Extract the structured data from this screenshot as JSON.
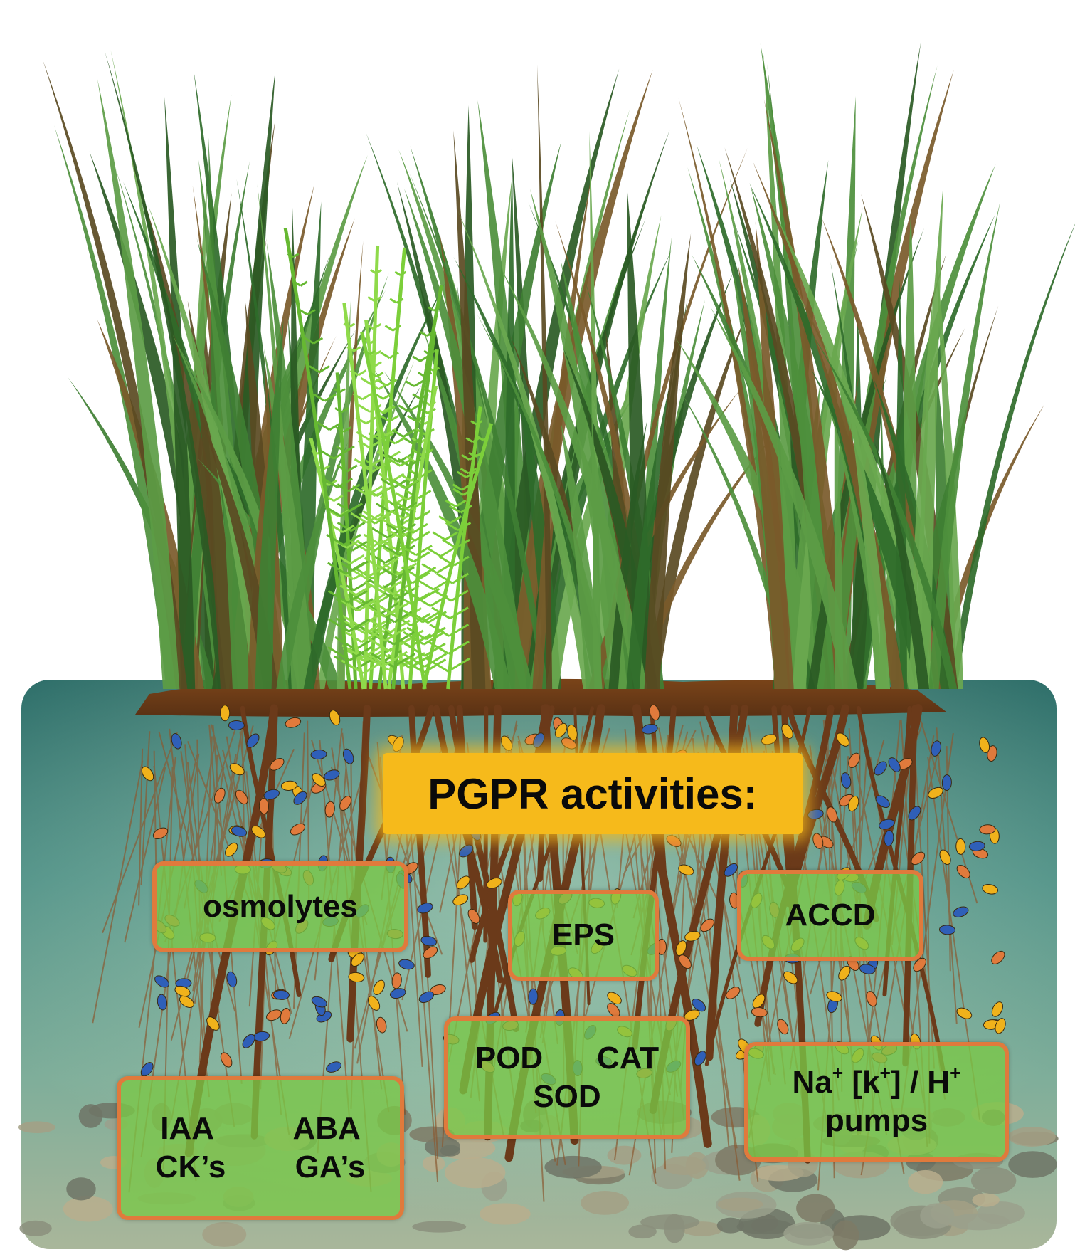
{
  "title": "PGPR activities:",
  "boxes": {
    "osmolytes": "osmolytes",
    "eps": "EPS",
    "accd": "ACCD",
    "hormones": {
      "iaa": "IAA",
      "aba": "ABA",
      "cks": "CK’s",
      "gas": "GA’s"
    },
    "enzymes": {
      "pod": "POD",
      "cat": "CAT",
      "sod": "SOD"
    },
    "pumps": {
      "na": "Na",
      "k": "[k",
      "k_close": "] / H",
      "plus": "+",
      "line2": "pumps"
    }
  },
  "colors": {
    "title_bg": "#f6ba1b",
    "box_border": "#e07a3c",
    "box_fill": "#7ac846",
    "root": "#6b3a1a",
    "water": "#3f8a80",
    "bacteria": [
      "#f0b21b",
      "#e07a3c",
      "#2f5fb8"
    ]
  },
  "icons": [
    "grass-plant-icon",
    "fern-plant-icon",
    "root-system-icon",
    "bacterium-icon",
    "pebble-icon"
  ]
}
